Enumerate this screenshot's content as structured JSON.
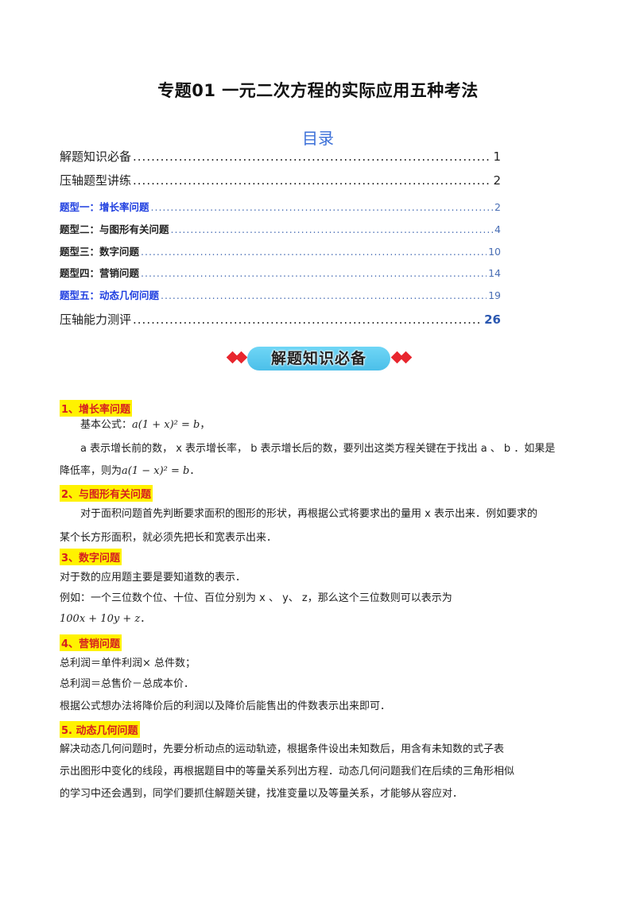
{
  "title": "专题01  一元二次方程的实际应用五种考法",
  "toc_heading": "目录",
  "toc": [
    {
      "label": "解题知识必备",
      "page": "1"
    },
    {
      "label": "压轴题型讲练",
      "page": "2"
    },
    {
      "label": "题型一：增长率问题",
      "page": "2"
    },
    {
      "label": "题型二：与图形有关问题",
      "page": "4"
    },
    {
      "label": "题型三：数字问题",
      "page": "10"
    },
    {
      "label": "题型四：营销问题",
      "page": "14"
    },
    {
      "label": "题型五：动态几何问题",
      "page": "19"
    },
    {
      "label": "压轴能力测评",
      "page": "26"
    }
  ],
  "banner": "解题知识必备",
  "sections": {
    "s1": {
      "heading": "1、增长率问题",
      "line1_prefix": "基本公式：",
      "formula1": "a(1 + x)² = b",
      "line1_suffix": "，",
      "line2": "a 表示增长前的数， x 表示增长率， b 表示增长后的数，要列出这类方程关键在于找出 a 、 b ．如果是",
      "line3_prefix": "降低率，则为",
      "formula2": "a(1 − x)² = b",
      "line3_suffix": "．"
    },
    "s2": {
      "heading": "2、与图形有关问题",
      "line1": "对于面积问题首先判断要求面积的图形的形状，再根据公式将要求出的量用 x 表示出来．例如要求的",
      "line2": "某个长方形面积，就必须先把长和宽表示出来．"
    },
    "s3": {
      "heading": "3、数字问题",
      "line1": "对于数的应用题主要是要知道数的表示．",
      "line2": "例如：一个三位数个位、十位、百位分别为 x 、 y、  z，那么这个三位数则可以表示为",
      "formula": "100x + 10y + z",
      "line3_suffix": "．"
    },
    "s4": {
      "heading": "4、营销问题",
      "line1": "总利润＝单件利润× 总件数；",
      "line2": "总利润＝总售价－总成本价．",
      "line3": "根据公式想办法将降价后的利润以及降价后能售出的件数表示出来即可．"
    },
    "s5": {
      "heading": "5. 动态几何问题",
      "line1": "解决动态几何问题时，先要分析动点的运动轨迹，根据条件设出未知数后，用含有未知数的式子表",
      "line2": "示出图形中变化的线段，再根据题目中的等量关系列出方程．动态几何问题我们在后续的三角形相似",
      "line3": "的学习中还会遇到，同学们要抓住解题关键，找准变量以及等量关系，才能够从容应对．"
    }
  }
}
